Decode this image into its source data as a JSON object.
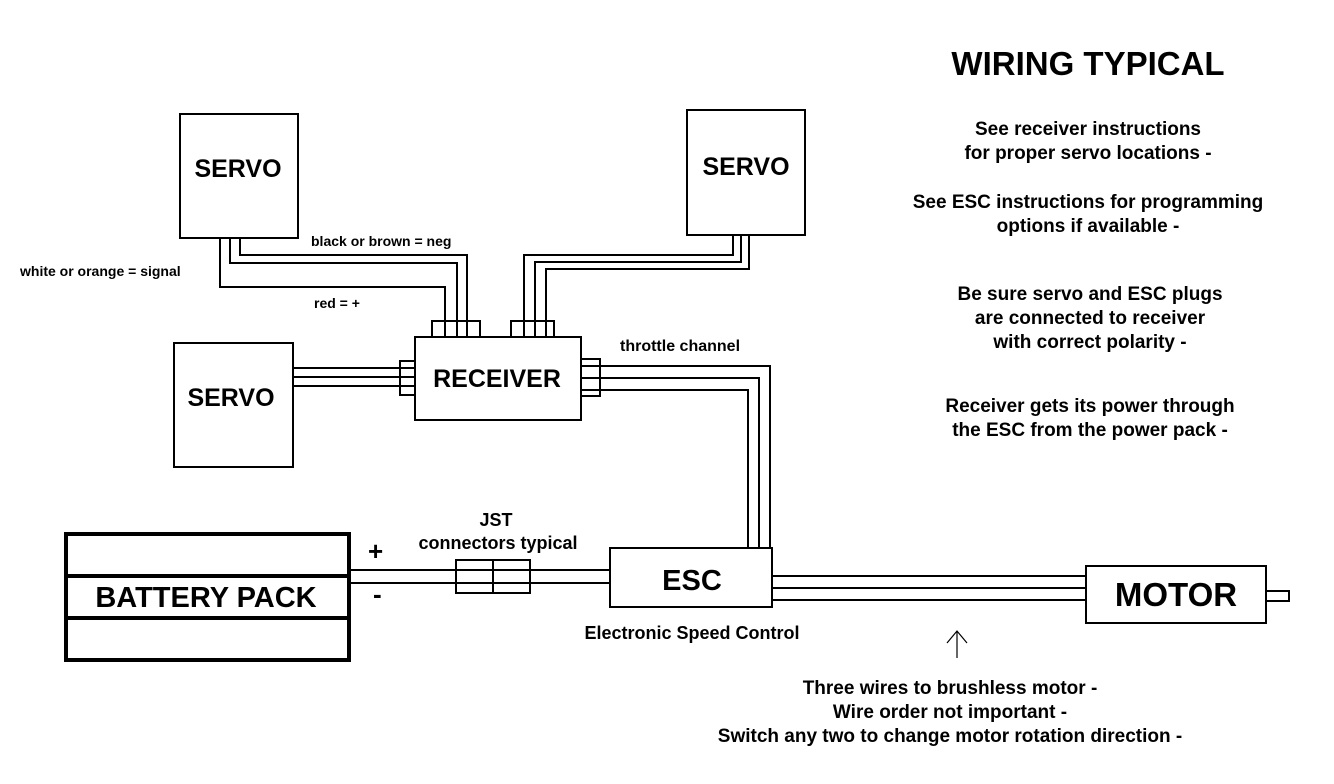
{
  "title": "WIRING TYPICAL",
  "notes": [
    [
      "See receiver instructions",
      "for proper servo locations -"
    ],
    [
      "See ESC instructions for programming",
      "options if available -"
    ],
    [
      "Be sure servo and ESC plugs",
      "are connected to receiver",
      "with correct polarity -"
    ],
    [
      "Receiver gets its power through",
      "the ESC from the power pack -"
    ]
  ],
  "components": {
    "servo_top_left": "SERVO",
    "servo_top_right": "SERVO",
    "servo_left": "SERVO",
    "receiver": "RECEIVER",
    "battery": "BATTERY PACK",
    "esc": "ESC",
    "motor": "MOTOR"
  },
  "labels": {
    "black_brown": "black or brown = neg",
    "white_orange": "white or orange = signal",
    "red": "red = +",
    "throttle": "throttle channel",
    "jst_line1": "JST",
    "jst_line2": "connectors typical",
    "plus": "+",
    "minus": "-",
    "esc_full": "Electronic Speed Control"
  },
  "motor_notes": [
    "Three wires to brushless motor -",
    "Wire order not important -",
    "Switch any two to change motor rotation direction -"
  ],
  "colors": {
    "ink": "#000000",
    "background": "#ffffff"
  }
}
